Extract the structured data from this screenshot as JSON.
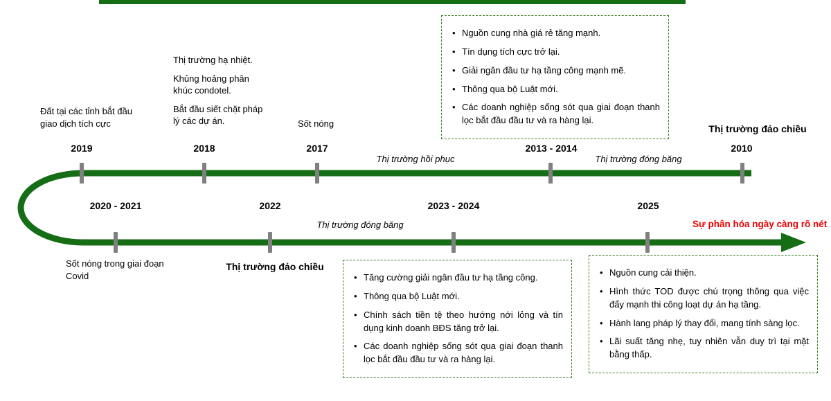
{
  "colors": {
    "timeline_green": "#156e15",
    "box_border_green": "#3c7d21",
    "tick_gray": "#808080",
    "highlight_red": "#eb0000"
  },
  "top_row": {
    "years": [
      "2019",
      "2018",
      "2017",
      "2013 - 2014",
      "2010"
    ],
    "note_2019": "Đất tại các tỉnh bắt đầu giao dịch tích cực",
    "notes_2018": [
      "Thị trường hạ nhiệt.",
      "Khủng hoảng phân khúc condotel.",
      "Bắt đầu siết chặt pháp lý các dự án."
    ],
    "note_2017": "Sốt nóng",
    "note_2010": "Thị trường đảo chiều",
    "phase_recovery": "Thị trường hồi phục",
    "phase_freeze": "Thị trường đóng băng"
  },
  "bottom_row": {
    "years": [
      "2020 - 2021",
      "2022",
      "2023 - 2024",
      "2025"
    ],
    "note_2020_2021": "Sốt nóng trong giai đoạn Covid",
    "note_2022": "Thị trường đảo chiều",
    "phase_freeze": "Thị trường đóng băng",
    "arrow_label": "Sự phân hóa ngày càng rõ nét"
  },
  "boxes": {
    "box_2013_2014": {
      "items": [
        "Nguồn cung nhà giá rẻ tăng mạnh.",
        "Tín dụng tích cực trở lại.",
        "Giải ngân đầu tư hạ tầng công mạnh mẽ.",
        "Thông qua bộ Luật mới.",
        "Các doanh nghiệp sống sót qua giai đoạn thanh lọc bắt đầu đầu tư và ra hàng lại."
      ]
    },
    "box_2023_2024": {
      "items": [
        "Tăng cường giải ngân đầu tư hạ tầng công.",
        "Thông qua bộ Luật mới.",
        "Chính sách tiền tệ theo hướng nới lỏng và tín dụng kinh doanh BĐS tăng trở lại.",
        "Các doanh nghiệp sống sót qua giai đoạn thanh lọc bắt đầu đầu tư và ra hàng lại."
      ]
    },
    "box_2025": {
      "items": [
        "Nguồn cung cải thiện.",
        "Hình thức TOD được chú trọng thông qua việc đẩy mạnh thi công loạt dự án hạ tầng.",
        "Hành lang pháp lý thay đổi, mang tính sàng lọc.",
        "Lãi suất tăng nhẹ, tuy nhiên vẫn duy trì tại mặt bằng thấp."
      ]
    }
  }
}
